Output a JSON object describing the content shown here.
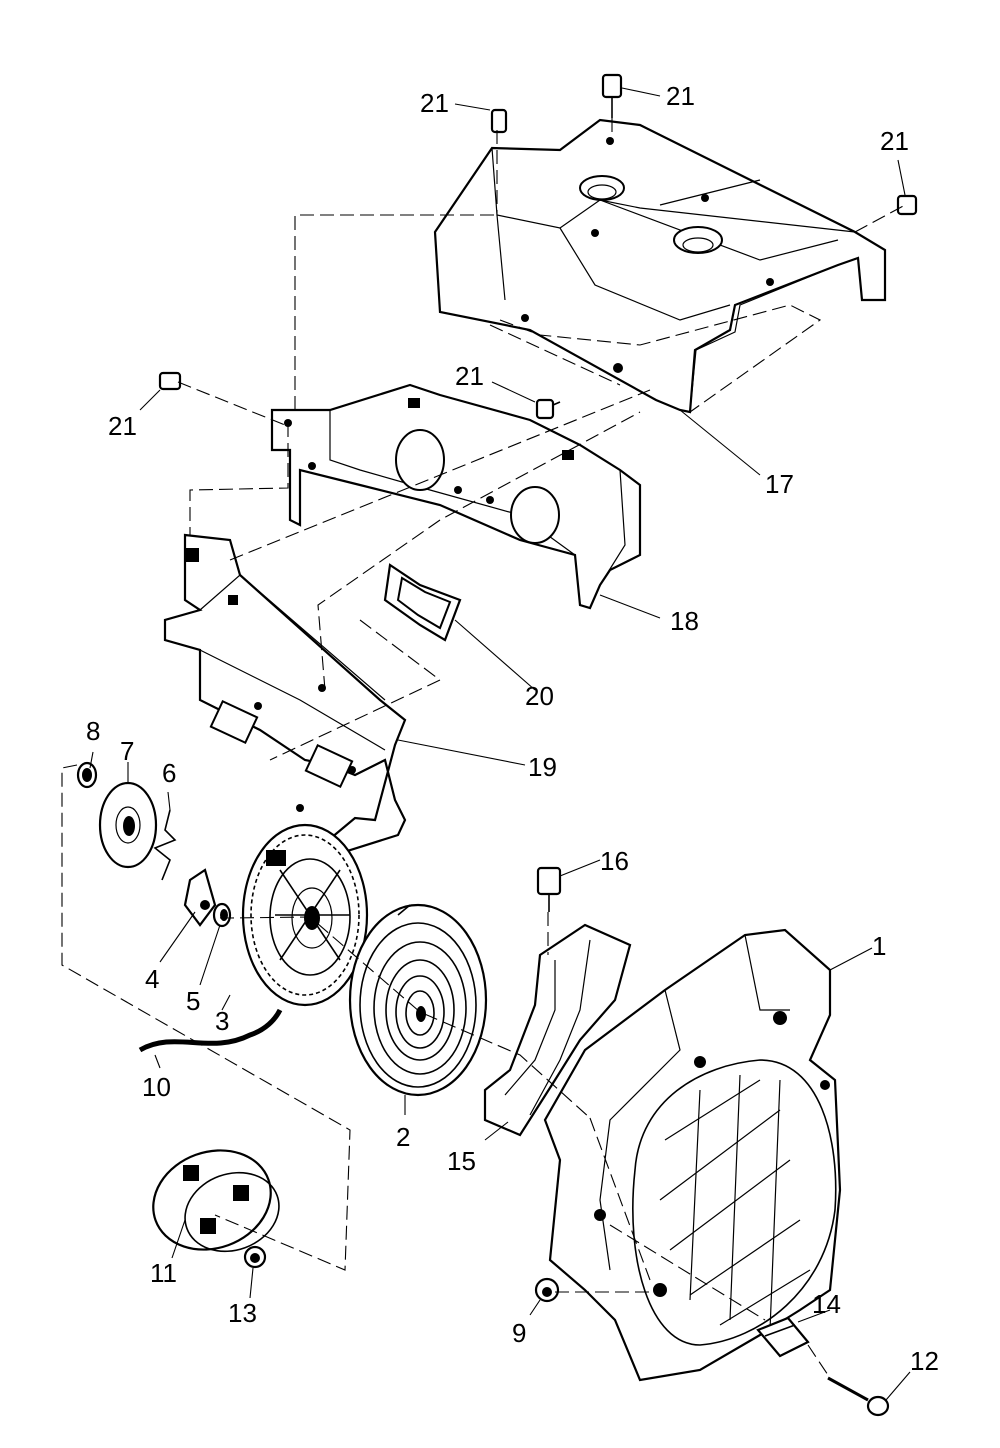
{
  "callouts": [
    {
      "id": "p21a",
      "label": "21"
    },
    {
      "id": "p21b",
      "label": "21"
    },
    {
      "id": "p21c",
      "label": "21"
    },
    {
      "id": "p21d",
      "label": "21"
    },
    {
      "id": "p21e",
      "label": "21"
    },
    {
      "id": "p17",
      "label": "17"
    },
    {
      "id": "p18",
      "label": "18"
    },
    {
      "id": "p20",
      "label": "20"
    },
    {
      "id": "p19",
      "label": "19"
    },
    {
      "id": "p8",
      "label": "8"
    },
    {
      "id": "p7",
      "label": "7"
    },
    {
      "id": "p6",
      "label": "6"
    },
    {
      "id": "p4",
      "label": "4"
    },
    {
      "id": "p5",
      "label": "5"
    },
    {
      "id": "p3",
      "label": "3"
    },
    {
      "id": "p10",
      "label": "10"
    },
    {
      "id": "p2",
      "label": "2"
    },
    {
      "id": "p16",
      "label": "16"
    },
    {
      "id": "p1",
      "label": "1"
    },
    {
      "id": "p15",
      "label": "15"
    },
    {
      "id": "p11",
      "label": "11"
    },
    {
      "id": "p13",
      "label": "13"
    },
    {
      "id": "p9",
      "label": "9"
    },
    {
      "id": "p14",
      "label": "14"
    },
    {
      "id": "p12",
      "label": "12"
    }
  ]
}
